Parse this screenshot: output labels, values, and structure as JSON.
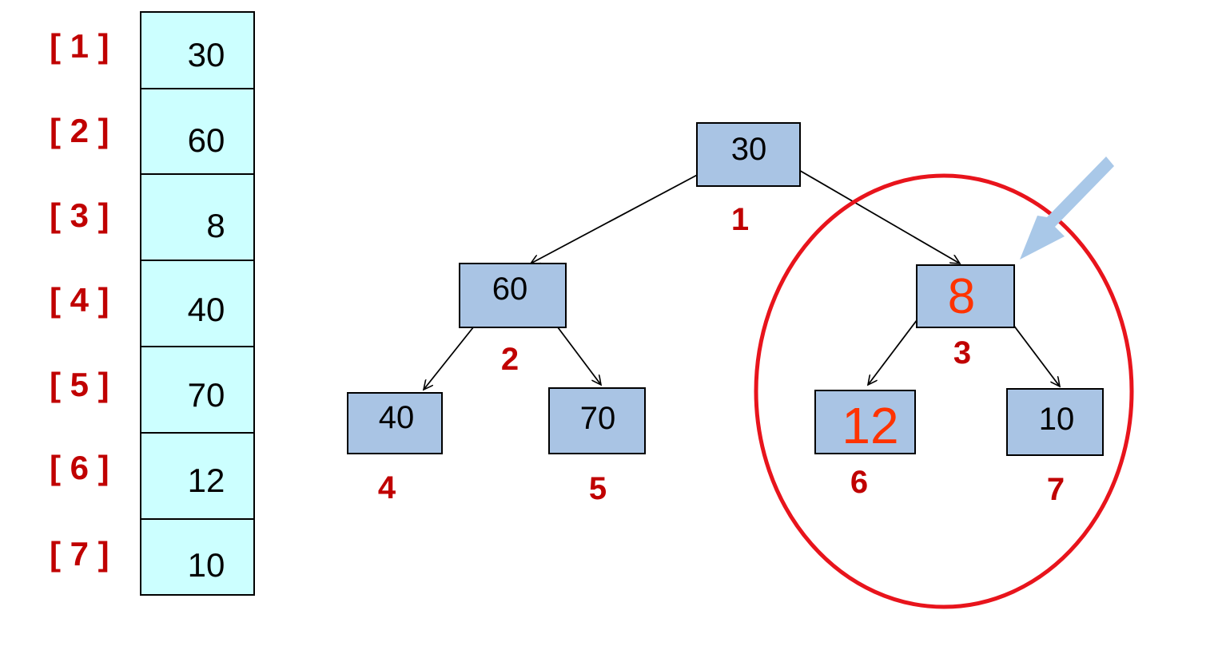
{
  "array": {
    "index_labels": [
      "[ 1 ]",
      "[ 2 ]",
      "[ 3 ]",
      "[ 4 ]",
      "[ 5 ]",
      "[ 6 ]",
      "[ 7 ]"
    ],
    "values": [
      "30",
      "60",
      "8",
      "40",
      "70",
      "12",
      "10"
    ]
  },
  "tree": {
    "nodes": [
      {
        "id": "n1",
        "value": "30",
        "index": "1"
      },
      {
        "id": "n2",
        "value": "60",
        "index": "2"
      },
      {
        "id": "n3",
        "value": "8",
        "index": "3",
        "highlight": true
      },
      {
        "id": "n4",
        "value": "40",
        "index": "4"
      },
      {
        "id": "n5",
        "value": "70",
        "index": "5"
      },
      {
        "id": "n6",
        "value": "12",
        "index": "6",
        "highlight": true
      },
      {
        "id": "n7",
        "value": "10",
        "index": "7"
      }
    ],
    "edges": [
      [
        "n1",
        "n2"
      ],
      [
        "n1",
        "n3"
      ],
      [
        "n2",
        "n4"
      ],
      [
        "n2",
        "n5"
      ],
      [
        "n3",
        "n6"
      ],
      [
        "n3",
        "n7"
      ]
    ]
  },
  "colors": {
    "array_cell_fill": "#ccffff",
    "node_fill": "#a9c4e4",
    "index_label": "#c00000",
    "highlight_text": "#ff3300",
    "circle": "#e8141c",
    "pointer_arrow": "#a9c8e8"
  }
}
